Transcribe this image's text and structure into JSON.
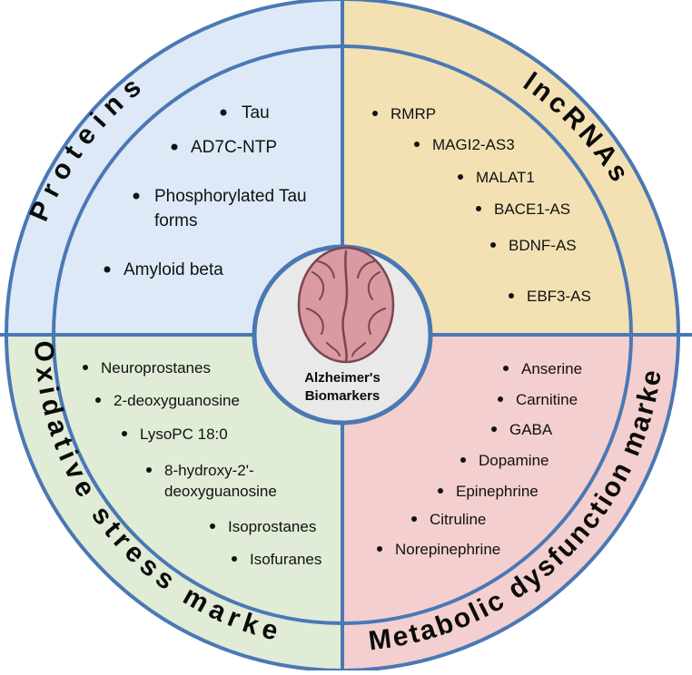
{
  "colors": {
    "proteins_bg": "#dde9f7",
    "lncrnas_bg": "#f3e1b4",
    "oxidative_bg": "#e1ecd6",
    "metabolic_bg": "#f4cfcf",
    "frame_stroke": "#4a78b5",
    "center_bg": "#e9e9e9",
    "brain_fill": "#d99aa2",
    "brain_stroke": "#7a4652"
  },
  "center": {
    "icon": "brain-icon",
    "line1": "Alzheimer's",
    "line2": "Biomarkers"
  },
  "proteins": {
    "title": "Proteins",
    "items": [
      "Tau",
      "AD7C-NTP",
      "Phosphorylated Tau",
      "forms",
      "Amyloid beta"
    ]
  },
  "lncrnas": {
    "title": "lncRNAs",
    "items": [
      "RMRP",
      "MAGI2-AS3",
      "MALAT1",
      "BACE1-AS",
      "BDNF-AS",
      "EBF3-AS"
    ]
  },
  "oxidative": {
    "title": "Oxidative stress markers",
    "items": [
      "Neuroprostanes",
      "2-deoxyguanosine",
      "LysoPC 18:0",
      "8-hydroxy-2'-",
      "deoxyguanosine",
      "Isoprostanes",
      "Isofuranes"
    ]
  },
  "metabolic": {
    "title": "Metabolic dysfunction markers",
    "items": [
      "Anserine",
      "Carnitine",
      "GABA",
      "Dopamine",
      "Epinephrine",
      "Citruline",
      "Norepinephrine"
    ]
  }
}
